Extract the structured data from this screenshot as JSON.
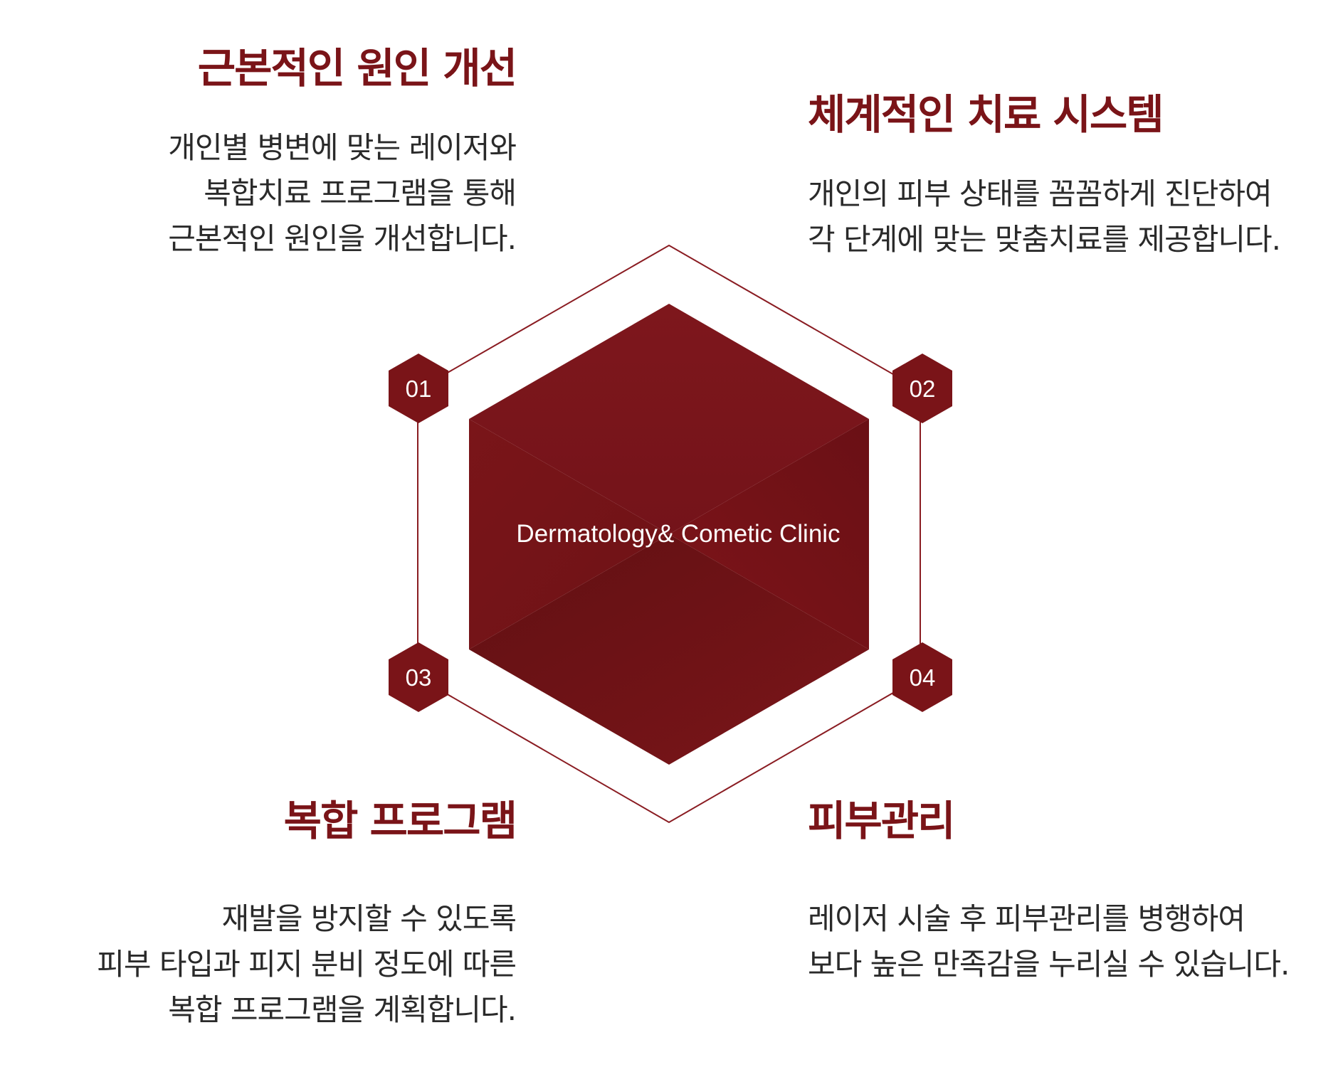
{
  "center": {
    "label": "Dermatology& Cometic Clinic"
  },
  "colors": {
    "accent": "#7a1418",
    "text": "#2a2a2a",
    "outline": "#8a1c22"
  },
  "items": [
    {
      "number": "01",
      "title": "근본적인 원인 개선",
      "lines": [
        "개인별 병변에 맞는 레이저와",
        "복합치료 프로그램을 통해",
        "근본적인 원인을 개선합니다."
      ]
    },
    {
      "number": "02",
      "title": "체계적인 치료 시스템",
      "lines": [
        "개인의 피부 상태를 꼼꼼하게 진단하여",
        "각 단계에 맞는 맞춤치료를 제공합니다."
      ]
    },
    {
      "number": "03",
      "title": "복합 프로그램",
      "lines": [
        "재발을 방지할 수 있도록",
        "피부 타입과 피지 분비 정도에 따른",
        "복합 프로그램을 계획합니다."
      ]
    },
    {
      "number": "04",
      "title": "피부관리",
      "lines": [
        "레이저 시술 후 피부관리를 병행하여",
        "보다 높은 만족감을 누리실 수 있습니다."
      ]
    }
  ]
}
